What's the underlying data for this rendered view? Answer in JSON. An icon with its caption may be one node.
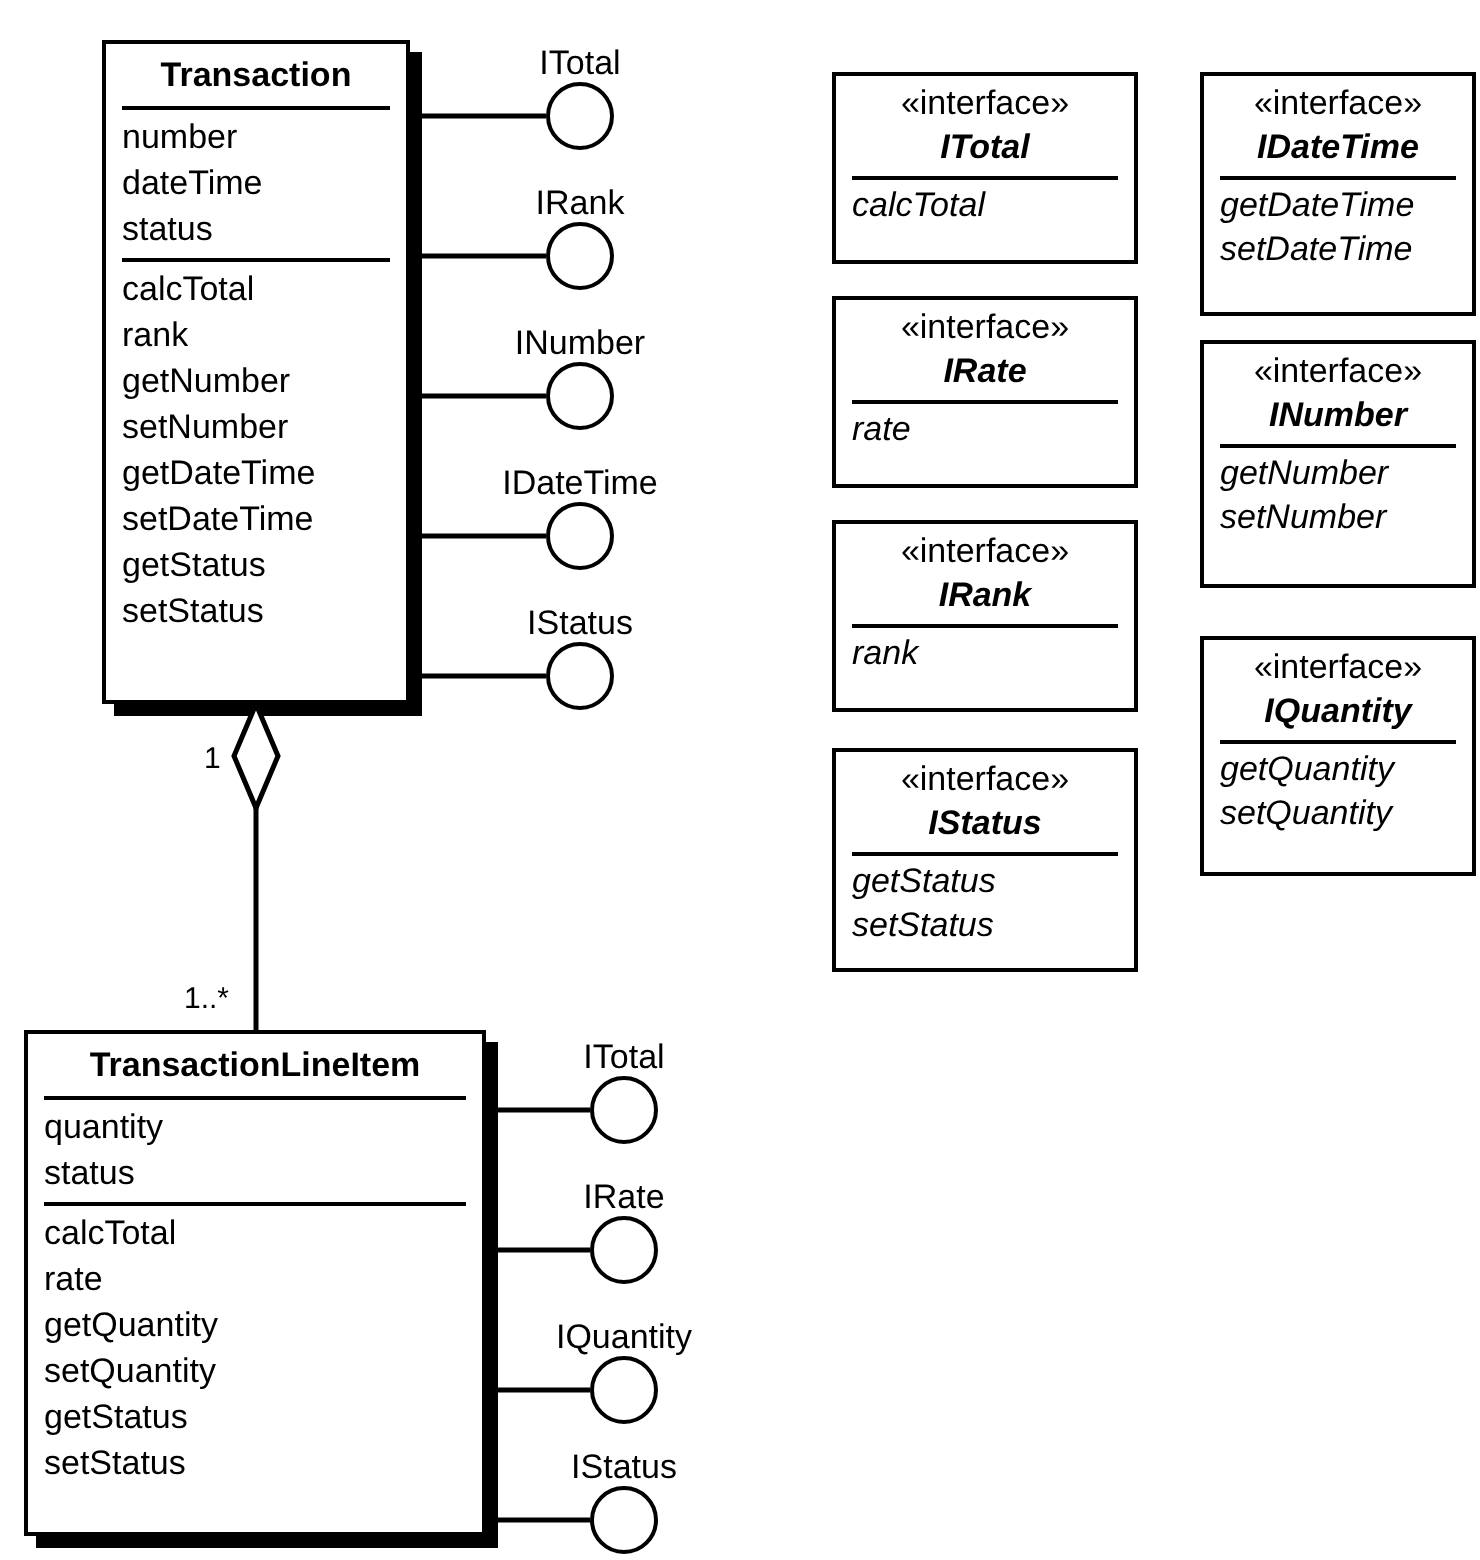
{
  "diagram": {
    "nodes": [
      {
        "text": [
          "Transaction",
          "number dateTime status",
          "calcTotal rank getNumber setNumber getDateTime setDateTime getStatus setStatus"
        ]
      },
      {
        "text": [
          "ITotal"
        ]
      },
      {
        "text": [
          "IRank"
        ]
      },
      {
        "text": [
          "INumber"
        ]
      },
      {
        "text": [
          "IDateTime"
        ]
      },
      {
        "text": [
          "IStatus"
        ]
      },
      {
        "text": [
          "TransactionLineItem",
          "quantity status",
          "calcTotal rate getQuantity setQuantity getStatus setStatus"
        ]
      },
      {
        "text": [
          "ITotal"
        ]
      },
      {
        "text": [
          "IRate"
        ]
      },
      {
        "text": [
          "IQuantity"
        ]
      },
      {
        "text": [
          "IStatus"
        ]
      },
      {
        "text": [
          "«interface»",
          "ITotal",
          "calcTotal"
        ]
      },
      {
        "text": [
          "«interface»",
          "IRate",
          "rate"
        ]
      },
      {
        "text": [
          "«interface»",
          "IRank",
          "rank"
        ]
      },
      {
        "text": [
          "«interface»",
          "IStatus",
          "getStatus setStatus"
        ]
      },
      {
        "text": [
          "«interface»",
          "IDateTime",
          "getDateTime setDateTime"
        ]
      },
      {
        "text": [
          "«interface»",
          "INumber",
          "getNumber setNumber"
        ]
      },
      {
        "text": [
          "«interface»",
          "IQuantity",
          "getQuantity setQuantity"
        ]
      }
    ],
    "edges": [
      {
        "from": 0,
        "to": 1,
        "arrow": "none"
      },
      {
        "from": 0,
        "to": 2,
        "arrow": "none"
      },
      {
        "from": 0,
        "to": 3,
        "arrow": "none"
      },
      {
        "from": 0,
        "to": 4,
        "arrow": "none"
      },
      {
        "from": 0,
        "to": 5,
        "arrow": "none"
      },
      {
        "from": 0,
        "to": 6,
        "arrow": "other"
      },
      {
        "from": 6,
        "to": 7,
        "arrow": "none"
      },
      {
        "from": 6,
        "to": 8,
        "arrow": "none"
      },
      {
        "from": 6,
        "to": 9,
        "arrow": "none"
      },
      {
        "from": 6,
        "to": 10,
        "arrow": "none"
      }
    ],
    "labels": [
      "1",
      "1..*"
    ]
  }
}
